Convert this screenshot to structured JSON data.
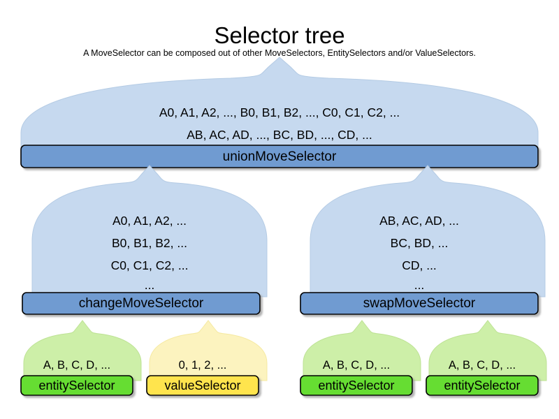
{
  "header": {
    "title": "Selector tree",
    "subtitle": "A MoveSelector can be composed out of other MoveSelectors, EntitySelectors and/or ValueSelectors."
  },
  "colors": {
    "dome_fill": "#c6d9ef",
    "dome_stroke": "#b4cbe4",
    "bar_blue_fill": "#6f9bd1",
    "bar_stroke": "#000000",
    "balloon_green_fill": "#cdefa8",
    "balloon_green_stroke": "#bde294",
    "bar_green_fill": "#66dd33",
    "balloon_yellow_fill": "#fcf3bf",
    "balloon_yellow_stroke": "#f5e9a0",
    "bar_yellow_fill": "#ffe44d",
    "background": "#ffffff",
    "text": "#000000"
  },
  "nodes": {
    "union": {
      "label": "unionMoveSelector",
      "lines": [
        "A0, A1, A2, ..., B0, B1, B2, ..., C0, C1, C2, ...",
        "AB, AC, AD, ..., BC, BD, ..., CD, ..."
      ]
    },
    "change": {
      "label": "changeMoveSelector",
      "lines": [
        "A0, A1, A2, ...",
        "B0, B1, B2, ...",
        "C0, C1, C2, ...",
        "..."
      ]
    },
    "swap": {
      "label": "swapMoveSelector",
      "lines": [
        "AB, AC, AD, ...",
        "BC, BD, ...",
        "CD, ...",
        "..."
      ]
    },
    "leaf1": {
      "label": "entitySelector",
      "lines": [
        "A, B, C, D, ..."
      ]
    },
    "leaf2": {
      "label": "valueSelector",
      "lines": [
        "0, 1, 2, ..."
      ]
    },
    "leaf3": {
      "label": "entitySelector",
      "lines": [
        "A, B, C, D, ..."
      ]
    },
    "leaf4": {
      "label": "entitySelector",
      "lines": [
        "A, B, C, D, ..."
      ]
    }
  }
}
